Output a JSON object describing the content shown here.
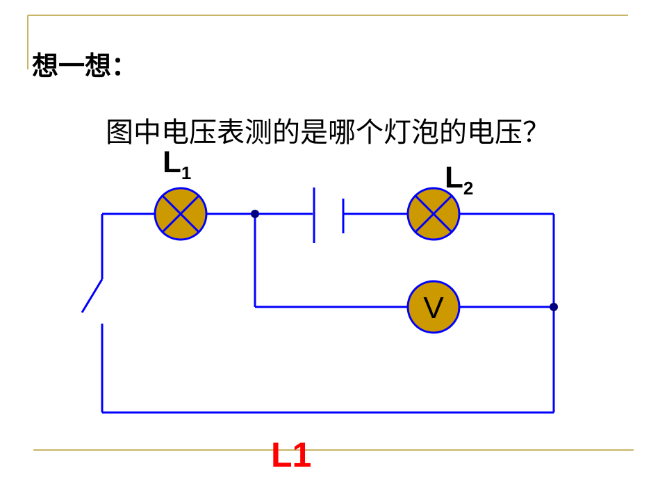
{
  "slide": {
    "heading": "想一想：",
    "question": "图中电压表测的是哪个灯泡的电压？",
    "answer": "L1",
    "answer_color": "#ff0000"
  },
  "circuit": {
    "lamp1": {
      "letter": "L",
      "sub": "1"
    },
    "lamp2": {
      "letter": "L",
      "sub": "2"
    },
    "voltmeter_symbol": "V",
    "wire_color": "#0000ff",
    "component_fill": "#cc9900",
    "frame_color": "#c8b464"
  }
}
